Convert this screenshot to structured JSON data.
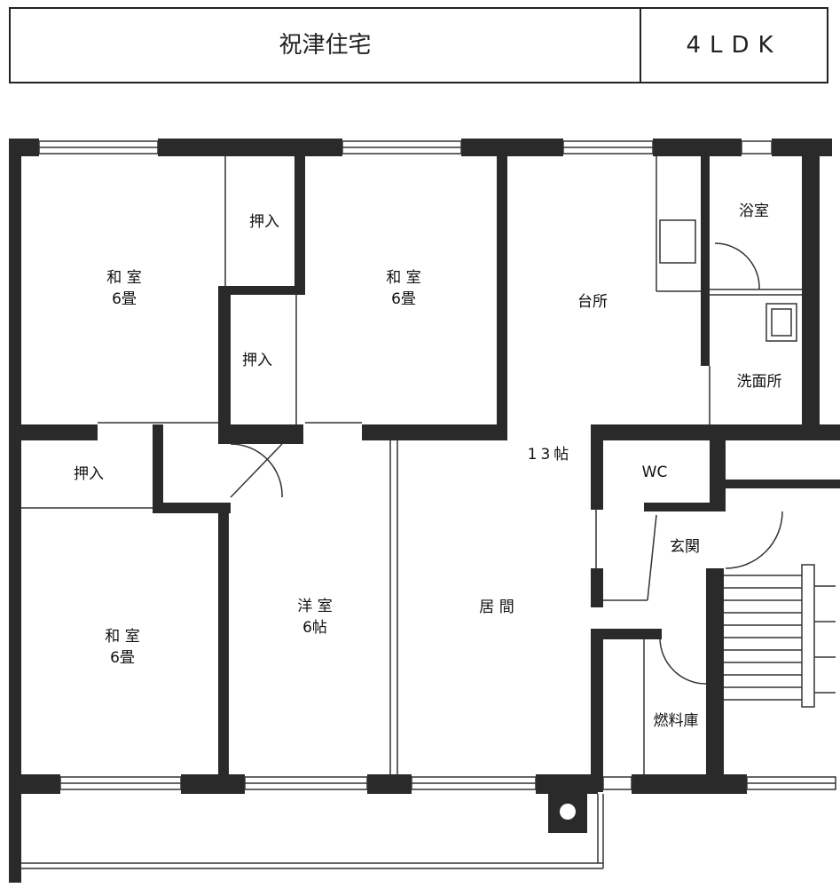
{
  "header": {
    "title": "祝津住宅",
    "layout_type": "4LDK"
  },
  "rooms": {
    "washitsu_1": {
      "name": "和 室",
      "size": "6畳"
    },
    "oshiire_1": "押入",
    "washitsu_2": {
      "name": "和 室",
      "size": "6畳"
    },
    "oshiire_2": "押入",
    "kitchen": "台所",
    "bath": "浴室",
    "washroom": "洗面所",
    "ldk_size": "13帖",
    "oshiire_3": "押入",
    "wc": "WC",
    "entrance": "玄関",
    "youshitsu": {
      "name": "洋 室",
      "size": "6帖"
    },
    "living": "居 間",
    "washitsu_3": {
      "name": "和 室",
      "size": "6畳"
    },
    "fuel_storage": "燃料庫"
  }
}
